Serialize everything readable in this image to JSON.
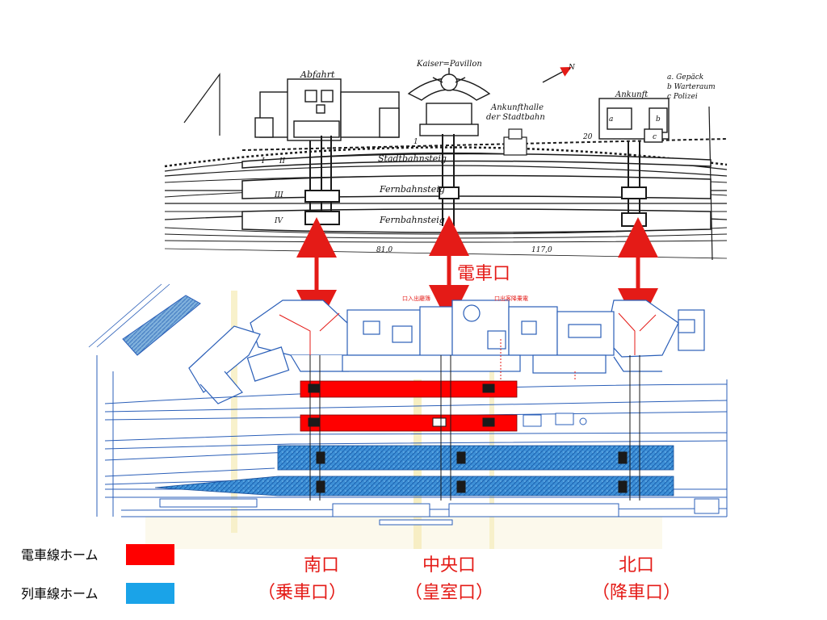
{
  "top_plan": {
    "labels": {
      "abfahrt": "Abfahrt",
      "kaiser_pavillon": "Kaiser=Pavillon",
      "ankunft": "Ankunft",
      "ankunfthalle_1": "Ankunfthalle",
      "ankunfthalle_2": "der Stadtbahn",
      "stadtbahnsteig": "Stadtbahnsteig",
      "fernbahnsteig_1": "Fernbahnsteig",
      "fernbahnsteig_2": "Fernbahnsteig",
      "north": "N",
      "key_a": "a. Gepäck",
      "key_b": "b Warteraum",
      "key_c": "c Polizei",
      "track_1": "I",
      "track_2": "II",
      "track_3": "III",
      "track_4": "IV",
      "dim_1": "81,0",
      "dim_2": "117,0",
      "num_1": "1",
      "num_2": "20",
      "mark_a": "a",
      "mark_b": "b",
      "mark_c": "c"
    }
  },
  "bottom_plan": {
    "labels": {
      "entrance_mark": "口入出廳簿",
      "exit_mark": "口出客降乗電"
    }
  },
  "annotations": {
    "densha_guchi": "電車口",
    "south": "南口",
    "south_sub": "（乗車口）",
    "central": "中央口",
    "central_sub": "（皇室口）",
    "north_gate": "北口",
    "north_sub": "（降車口）"
  },
  "legend": {
    "items": [
      {
        "label": "電車線ホーム",
        "color": "#ff0000"
      },
      {
        "label": "列車線ホーム",
        "color": "#1aa3e8"
      }
    ]
  },
  "colors": {
    "arrow": "#e41b17",
    "blueprint": "#2b5fb8",
    "ink": "#1a1a1a"
  }
}
